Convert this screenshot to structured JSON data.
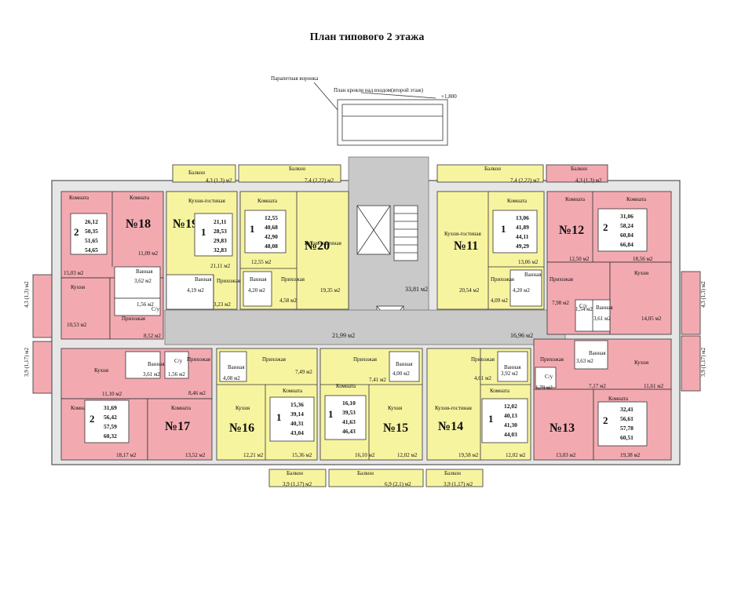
{
  "title": "План типового 2 этажа",
  "notes": {
    "funnel": "Парапетная воронка",
    "roof": "План кровли над входом(второй этаж)",
    "level": "+1,800"
  },
  "labels": {
    "room": "Комната",
    "kitchen": "Кухня",
    "living": "Кухня-гостиная",
    "hall": "Прихожая",
    "bath": "Ванная",
    "wc": "С/у",
    "balcony": "Балкон"
  },
  "apartments": [
    {
      "id": "18",
      "label": "№18",
      "rooms": "2",
      "areas": [
        "26,12",
        "50,35",
        "51,65",
        "54,65"
      ]
    },
    {
      "id": "19",
      "label": "№19",
      "rooms": "1",
      "areas": [
        "21,11",
        "28,53",
        "29,83",
        "32,83"
      ]
    },
    {
      "id": "20",
      "label": "№20",
      "rooms": "1",
      "areas": [
        "12,55",
        "40,68",
        "42,90",
        "48,08"
      ]
    },
    {
      "id": "11",
      "label": "№11",
      "rooms": "1",
      "areas": [
        "13,06",
        "41,89",
        "44,11",
        "49,29"
      ]
    },
    {
      "id": "12",
      "label": "№12",
      "rooms": "2",
      "areas": [
        "31,06",
        "58,24",
        "60,84",
        "66,84"
      ]
    },
    {
      "id": "17",
      "label": "№17",
      "rooms": "2",
      "areas": [
        "31,69",
        "56,42",
        "57,59",
        "60,32"
      ]
    },
    {
      "id": "16",
      "label": "№16",
      "rooms": "1",
      "areas": [
        "15,36",
        "39,14",
        "40,31",
        "43,04"
      ]
    },
    {
      "id": "15",
      "label": "№15",
      "rooms": "1",
      "areas": [
        "16,10",
        "39,53",
        "41,63",
        "46,43"
      ]
    },
    {
      "id": "14",
      "label": "№14",
      "rooms": "1",
      "areas": [
        "12,02",
        "40,13",
        "41,30",
        "44,03"
      ]
    },
    {
      "id": "13",
      "label": "№13",
      "rooms": "2",
      "areas": [
        "32,41",
        "56,61",
        "57,78",
        "60,51"
      ]
    }
  ],
  "dims": [
    "4,3 (1,3) м2",
    "7,4 (2,22) м2",
    "7,4 (2,22) м2",
    "4,3 (1,3) м2",
    "11,09 м2",
    "15,03 м2",
    "3,62 м2",
    "1,56 м2",
    "10,53 м2",
    "8,52 м2",
    "21,11 м2",
    "4,19 м2",
    "3,23 м2",
    "12,55 м2",
    "4,20 м2",
    "4,58 м2",
    "19,35 м2",
    "33,81 м2",
    "21,99 м2",
    "16,96 м2",
    "13,06 м2",
    "20,54 м2",
    "4,09 м2",
    "4,20 м2",
    "12,50 м2",
    "18,56 м2",
    "7,98 м2",
    "1,54 м2",
    "3,61 м2",
    "14,05 м2",
    "4,3 (1,3) м2",
    "3,9 (1,17) м2",
    "4,3 (1,3) м2",
    "3,9 (1,17) м2",
    "11,10 м2",
    "3,61 м2",
    "1,56 м2",
    "8,46 м2",
    "18,17 м2",
    "13,52 м2",
    "4,08 м2",
    "7,49 м2",
    "12,21 м2",
    "15,36 м2",
    "7,41 м2",
    "4,00 м2",
    "16,10 м2",
    "12,02 м2",
    "4,61 м2",
    "3,92 м2",
    "19,58 м2",
    "12,02 м2",
    "1,79 м2",
    "3,63 м2",
    "7,17 м2",
    "11,61 м2",
    "13,03 м2",
    "19,38 м2",
    "3,9 (1,17) м2",
    "6,9 (2,1) м2",
    "3,9 (1,17) м2"
  ]
}
